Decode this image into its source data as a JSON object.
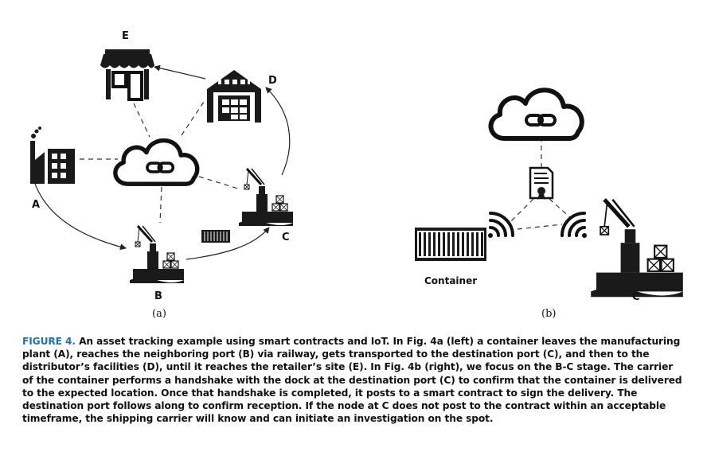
{
  "figure": {
    "panel_a": {
      "sublabel": "(a)",
      "nodes": {
        "A": "A",
        "B": "B",
        "C": "C",
        "D": "D",
        "E": "E"
      }
    },
    "panel_b": {
      "sublabel": "(b)",
      "container_label": "Container",
      "node_c": "C"
    },
    "icons": [
      "cloud-link-icon",
      "factory-icon",
      "store-icon",
      "warehouse-icon",
      "port-crane-icon",
      "train-icon",
      "shipping-container-icon",
      "contract-document-icon",
      "wireless-signal-icon"
    ]
  },
  "caption": {
    "head": "FIGURE 4.",
    "text": "An asset tracking example using smart contracts and IoT. In Fig. 4a (left) a container leaves the manufacturing plant (A), reaches the neighboring port (B) via railway, gets transported to the destination port (C), and then to the distributor’s facilities (D), until it reaches the retailer’s site (E). In Fig. 4b (right), we focus on the B-C stage. The carrier of the container performs a handshake with the dock at the destination port (C) to confirm that the container is delivered to the expected location. Once that handshake is completed, it posts to a smart contract to sign the delivery. The destination port follows along to confirm reception. If the node at C does not post to the contract within an acceptable timeframe, the shipping carrier will know and can initiate an investigation on the spot."
  }
}
